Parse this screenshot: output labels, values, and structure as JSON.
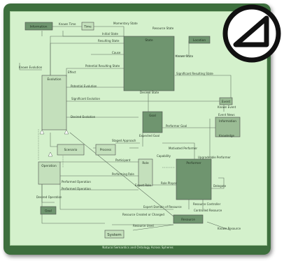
{
  "caption": "Natural Semantics and Ontology Across Spheres",
  "nodes": {
    "information_top": "Information",
    "time": "Time",
    "state": "State",
    "location": "Location",
    "evolution": "Evolution",
    "event": "Event",
    "goal": "Goal",
    "information_right": "Information",
    "scenario": "Scenario",
    "process": "Process",
    "operation": "Operation",
    "role": "Role",
    "performer": "Performer",
    "goal_bottom": "Goal",
    "resource": "Resource",
    "system": "System"
  },
  "relations": {
    "known_time": "Known Time",
    "momentary_state": "Momentary State",
    "resource_state": "Resource State",
    "initial_state": "Initial State",
    "resulting_state": "Resulting State",
    "cause": "Cause",
    "potential_resulting_state": "Potential Resulting State",
    "known_state": "Known State",
    "known_evolution": "Known Evolution",
    "effect": "Effect",
    "potential_evolution": "Potential Evolution",
    "significant_resulting_state": "Significant Resulting State",
    "desired_state": "Desired State",
    "significant_evolution": "Significant Evolution",
    "known_event": "Known Event",
    "event_news": "Event News",
    "desired_evolution": "Desired Evolution",
    "expected_goal": "Expected Goal",
    "performer_goal": "Performer Goal",
    "knowledge": "Knowledge",
    "staged_approach": "Staged Approach",
    "capability": "Capability",
    "motivated_performer": "Motivated Performer",
    "upgradeable_performer": "Upgradeable Performer",
    "participant": "Participant",
    "performing_role": "Performing Role",
    "delegate": "Delegate",
    "performed_operation_1": "Performed Operation",
    "performed_operation_2": "Performed Operation",
    "expert_role": "Expert Role",
    "role_player": "Role Player",
    "desired_operation": "Desired Operation",
    "expert_domain": "Expert Domain of Resource",
    "resource_controller": "Resource Controller",
    "controlled_resource": "Controlled Resource",
    "resource_created": "Resource Created or Changed",
    "resource_used": "Resource Used",
    "known_resource": "Known Resource"
  },
  "icon": {
    "name": "triangle-logo-icon",
    "ring": "#111111",
    "fill": "#ffffff"
  },
  "colors": {
    "frame": "#3e6f3e",
    "panel": "#d4f1cc",
    "box_dark": "#6f956f",
    "box_mid": "#9bbc95",
    "box_light": "#c4e0bc"
  }
}
